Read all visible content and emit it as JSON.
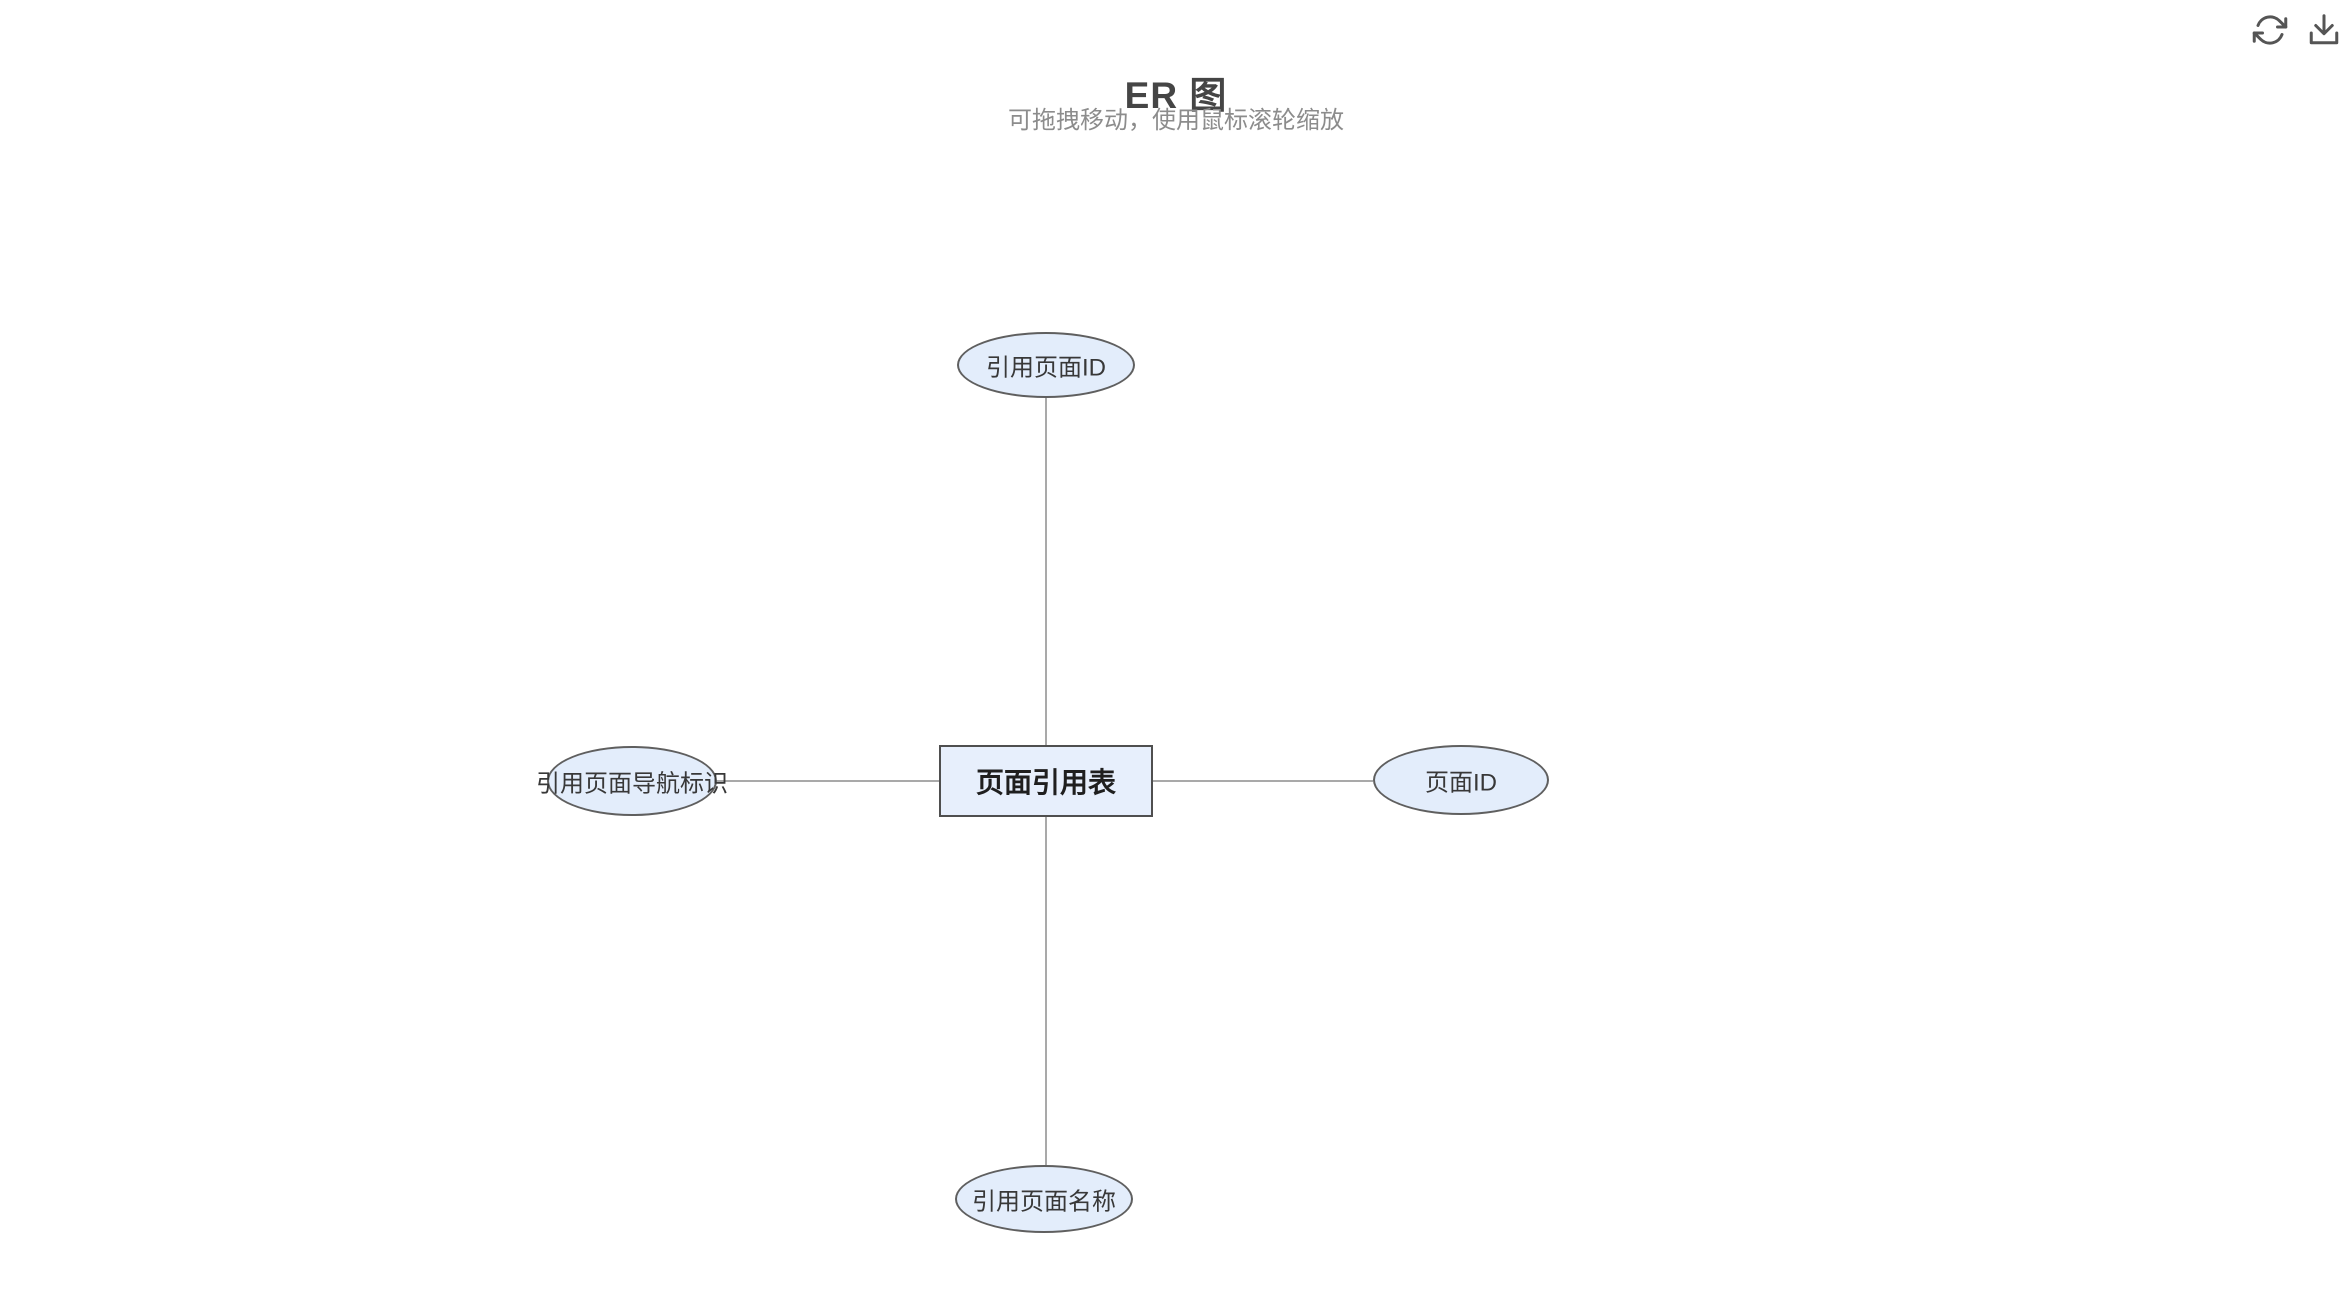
{
  "header": {
    "title": "ER 图",
    "subtitle": "可拖拽移动，使用鼠标滚轮缩放"
  },
  "toolbar": {
    "refresh_icon": "refresh-icon",
    "download_icon": "download-icon"
  },
  "diagram": {
    "entity": {
      "label": "页面引用表"
    },
    "attributes": [
      {
        "position": "top",
        "label": "引用页面ID"
      },
      {
        "position": "left",
        "label": "引用页面导航标识"
      },
      {
        "position": "right",
        "label": "页面ID"
      },
      {
        "position": "bottom",
        "label": "引用页面名称"
      }
    ]
  },
  "colors": {
    "node_fill": "#e3edfb",
    "entity_border": "#4f4f4f",
    "attribute_border": "#5f5f5f",
    "edge": "#a9a9a9",
    "title_text": "#454545",
    "subtitle_text": "#8c8c8c",
    "label_text": "#383838",
    "icon": "#555555"
  }
}
